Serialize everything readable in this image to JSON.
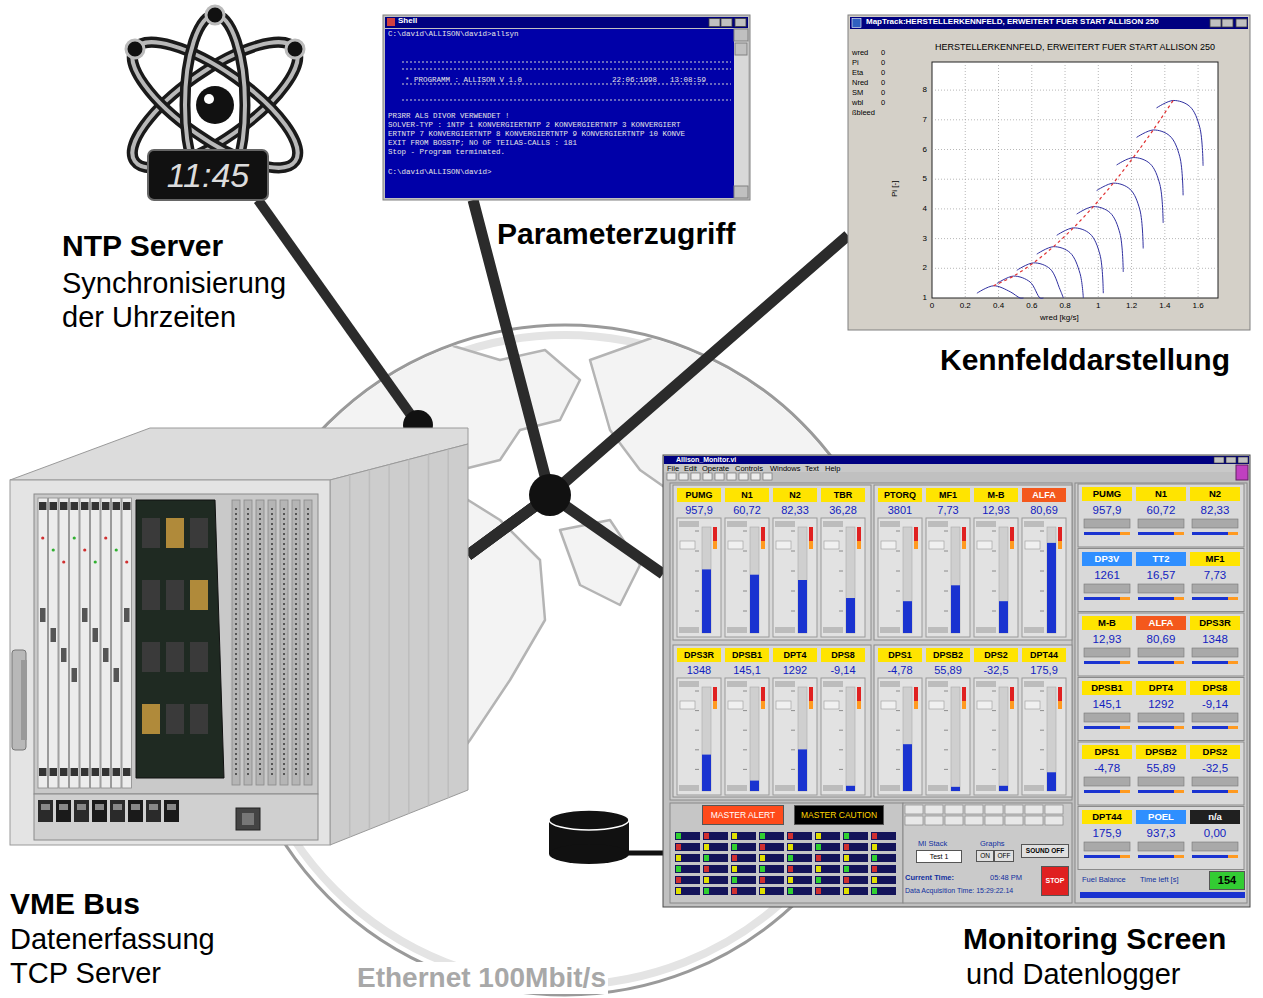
{
  "diagram": {
    "nodes": [
      {
        "text": [
          "11:45",
          "NTP Server",
          "Synchronisierung der Uhrzeiten"
        ]
      },
      {
        "text": [
          "Shell",
          "C:\\david\\ALLISON\\david>allsyn",
          "* PROGRAMM : ALLISON V 1.0",
          "22:06:1998",
          "13:08:59",
          "PR3RR ALS DIVOR VERWENDET !",
          "SOLVER-TYP : 1NTP 1 KONVERGIERTNTP 2 KONVERGIERTNTP 3 KONVERGIERT",
          "ERTNTP 7 KONVERGIERTNTP 8 KONVERGIERTNTP 9 KONVERGIERTNTP 10 KONVE",
          "EXIT FROM BOSSTP; NO OF TEILAS-CALLS : 181",
          "Stop - Program terminated.",
          "C:\\david\\ALLISON\\david>",
          "Parameterzugriff"
        ]
      },
      {
        "text": [
          "MapTrack:HERSTELLERKENNFELD, ERWEITERT FUER START ALLISON 250",
          "HERSTELLERKENNFELD, ERWEITERT FUER START ALLISON 250",
          "wred",
          "Pi",
          "Eta",
          "Nred",
          "SM",
          "wbl",
          "ßbleed",
          "0",
          "0",
          "0",
          "0",
          "0",
          "0",
          "1",
          "2",
          "3",
          "4",
          "5",
          "6",
          "7",
          "8",
          "0",
          "0.2",
          "0.4",
          "0.6",
          "0.8",
          "1",
          "1.2",
          "1.4",
          "1.6",
          "Pi [-]",
          "wred [kg/s]",
          "Kennfelddarstellung"
        ]
      },
      {
        "text": [
          "VME Bus",
          "Datenerfassung TCP Server"
        ]
      },
      {
        "text": [
          "Monitoring Screen",
          "und Datenlogger"
        ]
      },
      {
        "text": [
          "PUMG",
          "957,9"
        ],
        "in": 4
      },
      {
        "text": [
          "N1",
          "60,72"
        ],
        "in": 4
      },
      {
        "text": [
          "N2",
          "82,33"
        ],
        "in": 4
      },
      {
        "text": [
          "TBR",
          "36,28"
        ],
        "in": 4
      },
      {
        "text": [
          "PTORQ",
          "3801"
        ],
        "in": 4
      },
      {
        "text": [
          "MF1",
          "7,73"
        ],
        "in": 4
      },
      {
        "text": [
          "M-B",
          "12,93"
        ],
        "in": 4
      },
      {
        "text": [
          "ALFA",
          "80,69"
        ],
        "in": 4
      },
      {
        "text": [
          "DPS3R",
          "1348"
        ],
        "in": 4
      },
      {
        "text": [
          "DPSB1",
          "145,1"
        ],
        "in": 4
      },
      {
        "text": [
          "DPT4",
          "1292"
        ],
        "in": 4
      },
      {
        "text": [
          "DPS8",
          "-9,14"
        ],
        "in": 4
      },
      {
        "text": [
          "DPS1",
          "-4,78"
        ],
        "in": 4
      },
      {
        "text": [
          "DPSB2",
          "55,89"
        ],
        "in": 4
      },
      {
        "text": [
          "DPS2",
          "-32,5"
        ],
        "in": 4
      },
      {
        "text": [
          "DPT44",
          "175,9"
        ],
        "in": 4
      },
      {
        "text": [
          "PUMG",
          "957,9"
        ],
        "in": 4
      },
      {
        "text": [
          "N1",
          "60,72"
        ],
        "in": 4
      },
      {
        "text": [
          "N2",
          "82,33"
        ],
        "in": 4
      },
      {
        "text": [
          "DP3V",
          "1261"
        ],
        "in": 4
      },
      {
        "text": [
          "TT2",
          "16,57"
        ],
        "in": 4
      },
      {
        "text": [
          "MF1",
          "7,73"
        ],
        "in": 4
      },
      {
        "text": [
          "M-B",
          "12,93"
        ],
        "in": 4
      },
      {
        "text": [
          "ALFA",
          "80,69"
        ],
        "in": 4
      },
      {
        "text": [
          "DPS3R",
          "1348"
        ],
        "in": 4
      },
      {
        "text": [
          "DPSB1",
          "145,1"
        ],
        "in": 4
      },
      {
        "text": [
          "DPT4",
          "1292"
        ],
        "in": 4
      },
      {
        "text": [
          "DPS8",
          "-9,14"
        ],
        "in": 4
      },
      {
        "text": [
          "DPS1",
          "-4,78"
        ],
        "in": 4
      },
      {
        "text": [
          "DPSB2",
          "55,89"
        ],
        "in": 4
      },
      {
        "text": [
          "DPS2",
          "-32,5"
        ],
        "in": 4
      },
      {
        "text": [
          "DPT44",
          "175,9"
        ],
        "in": 4
      },
      {
        "text": [
          "POEL",
          "937,3"
        ],
        "in": 4
      },
      {
        "text": [
          "n/a",
          "0,00"
        ],
        "in": 4
      },
      {
        "text": [
          "MASTER ALERT"
        ],
        "in": 4
      },
      {
        "text": [
          "MASTER CAUTION"
        ],
        "in": 4
      },
      {
        "text": [
          "Test 1"
        ],
        "in": 4
      },
      {
        "text": [
          "ON"
        ],
        "in": 4
      },
      {
        "text": [
          "OFF"
        ],
        "in": 4
      },
      {
        "text": [
          "SOUND OFF"
        ],
        "in": 4
      },
      {
        "text": [
          "STOP"
        ],
        "in": 4
      },
      {
        "text": [
          "154"
        ],
        "in": 4
      }
    ],
    "edges": [
      {
        "from": 3,
        "to": 1,
        "arrow": "none"
      },
      {
        "from": 3,
        "to": 2,
        "arrow": "none"
      },
      {
        "from": 3,
        "to": 4,
        "arrow": "none"
      }
    ],
    "labels": [
      "Ethernet 100Mbit/s",
      "Allison_Monitor.vi",
      "File",
      "Edit",
      "Operate",
      "Controls",
      "Windows",
      "Text",
      "Help",
      "MI Stack",
      "Graphs",
      "Current Time:",
      "05:48 PM",
      "Data Acquisition Time: 15:29:22.14",
      "Fuel Balance",
      "Time left [s]"
    ]
  }
}
